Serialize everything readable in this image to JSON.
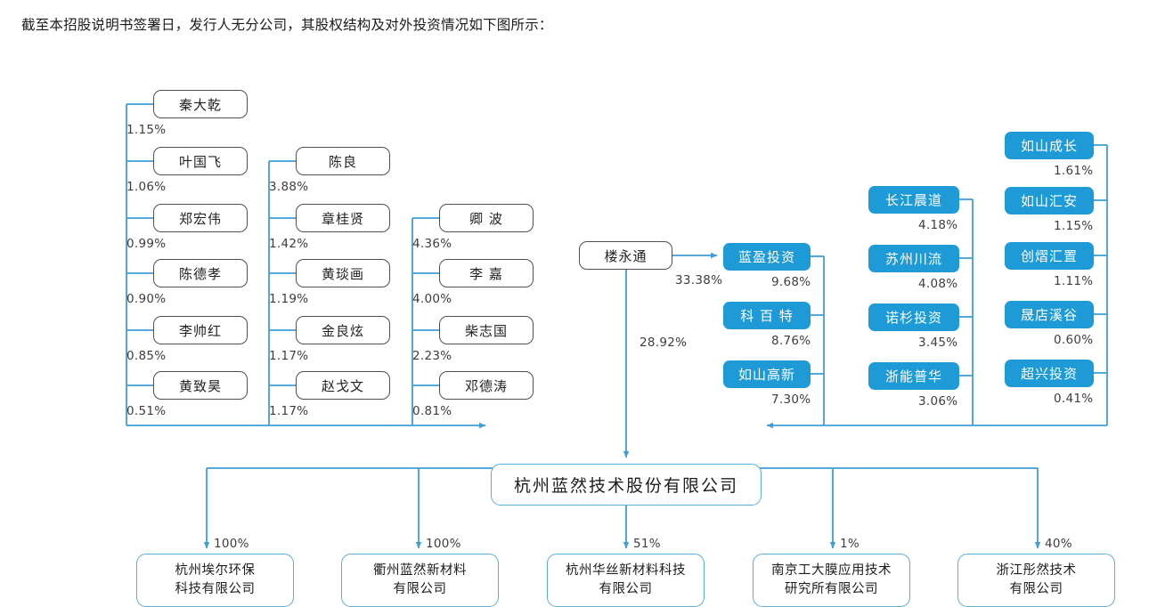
{
  "intro": {
    "text": "截至本招股说明书签署日，发行人无分公司，其股权结构及对外投资情况如下图所示："
  },
  "colors": {
    "institution_blue": "#1e9bd7",
    "wire_blue": "#3f9fd4",
    "person_border": "#4f4f4f",
    "corp_border": "#5aaede"
  },
  "issuer": {
    "name": "杭州蓝然技术股份有限公司"
  },
  "columns": {
    "col1": [
      {
        "name": "秦大乾",
        "pct": "1.15%"
      },
      {
        "name": "叶国飞",
        "pct": "1.06%"
      },
      {
        "name": "郑宏伟",
        "pct": "0.99%"
      },
      {
        "name": "陈德孝",
        "pct": "0.90%"
      },
      {
        "name": "李帅红",
        "pct": "0.85%"
      },
      {
        "name": "黄致昊",
        "pct": "0.51%"
      }
    ],
    "col2": [
      {
        "name": "陈良",
        "pct": "3.88%"
      },
      {
        "name": "章桂贤",
        "pct": "1.42%"
      },
      {
        "name": "黄琰画",
        "pct": "1.19%"
      },
      {
        "name": "金良炫",
        "pct": "1.17%"
      },
      {
        "name": "赵戈文",
        "pct": "1.17%"
      }
    ],
    "col3": [
      {
        "name": "卿 波",
        "pct": "4.36%"
      },
      {
        "name": "李 嘉",
        "pct": "4.00%"
      },
      {
        "name": "柴志国",
        "pct": "2.23%"
      },
      {
        "name": "邓德涛",
        "pct": "0.81%"
      }
    ],
    "col4": [
      {
        "name": "蓝盈投资",
        "pct": "9.68%"
      },
      {
        "name": "科 百 特",
        "pct": "8.76%"
      },
      {
        "name": "如山高新",
        "pct": "7.30%"
      }
    ],
    "col5": [
      {
        "name": "长江晨道",
        "pct": "4.18%"
      },
      {
        "name": "苏州川流",
        "pct": "4.08%"
      },
      {
        "name": "诺杉投资",
        "pct": "3.45%"
      },
      {
        "name": "浙能普华",
        "pct": "3.06%"
      }
    ],
    "col6": [
      {
        "name": "如山成长",
        "pct": "1.61%"
      },
      {
        "name": "如山汇安",
        "pct": "1.15%"
      },
      {
        "name": "创熠汇置",
        "pct": "1.11%"
      },
      {
        "name": "晟店溪谷",
        "pct": "0.60%"
      },
      {
        "name": "超兴投资",
        "pct": "0.41%"
      }
    ]
  },
  "controller": {
    "name": "楼永通",
    "pct_to_lanying": "33.38%",
    "pct_to_issuer": "28.92%"
  },
  "subsidiaries": [
    {
      "line1": "杭州埃尔环保",
      "line2": "科技有限公司",
      "pct": "100%"
    },
    {
      "line1": "衢州蓝然新材料",
      "line2": "有限公司",
      "pct": "100%"
    },
    {
      "line1": "杭州华丝新材料科技",
      "line2": "有限公司",
      "pct": "51%"
    },
    {
      "line1": "南京工大膜应用技术",
      "line2": "研究所有限公司",
      "pct": "1%"
    },
    {
      "line1": "浙江彤然技术",
      "line2": "有限公司",
      "pct": "40%"
    }
  ]
}
